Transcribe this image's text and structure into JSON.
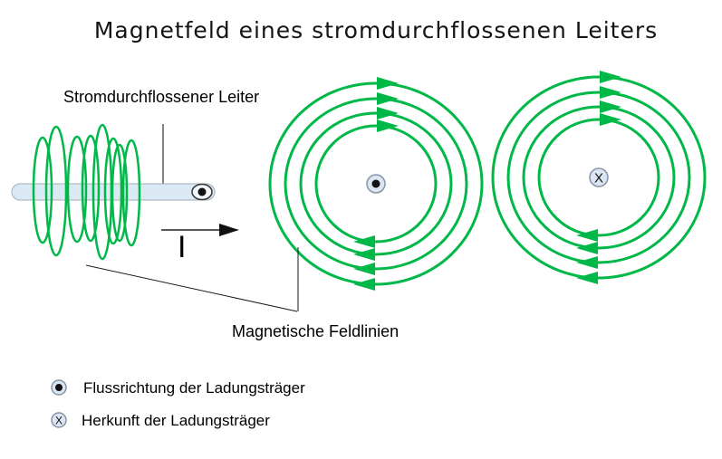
{
  "title": "Magnetfeld eines stromdurchflossenen Leiters",
  "conductor_label": "Stromdurchflossener Leiter",
  "current_label": "I",
  "field_lines_label": "Magnetische Feldlinien",
  "into_page_glyph": "X",
  "legend": {
    "items": [
      {
        "icon": "dot-in-circle-icon",
        "label": "Flussrichtung der Ladungsträger"
      },
      {
        "icon": "x-in-circle-icon",
        "label": "Herkunft der Ladungsträger"
      }
    ]
  },
  "colors": {
    "field_line_green": "#00b848",
    "conductor_fill": "#dbe9f5",
    "conductor_stroke": "#a5aeb8",
    "end_cap_fill": "#f2f6fb",
    "symbol_fill": "#dce6f2",
    "symbol_stroke": "#8494a6",
    "pointer_grey": "#595959",
    "text": "#000000"
  }
}
